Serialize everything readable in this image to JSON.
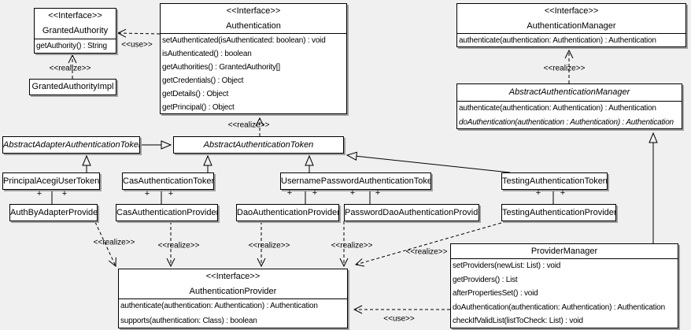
{
  "diagram_type": "uml-class-diagram",
  "colors": {
    "background": "#f0f0f0",
    "box_fill": "#ffffff",
    "line": "#000000",
    "shadow": "#9f9f9f"
  },
  "classes": {
    "granted_authority": {
      "stereotype": "<<Interface>>",
      "name": "GrantedAuthority",
      "methods": [
        "getAuthority() : String"
      ]
    },
    "granted_authority_impl": {
      "name": "GrantedAuthorityImpl"
    },
    "authentication": {
      "stereotype": "<<Interface>>",
      "name": "Authentication",
      "methods": [
        "setAuthenticated(isAuthenticated: boolean) : void",
        "isAuthenticated() : boolean",
        "getAuthorities() : GrantedAuthority[]",
        "getCredentials() : Object",
        "getDetails() : Object",
        "getPrincipal() : Object"
      ]
    },
    "authentication_manager": {
      "stereotype": "<<Interface>>",
      "name": "AuthenticationManager",
      "methods": [
        "authenticate(authentication: Authentication) : Authentication"
      ]
    },
    "abstract_authentication_manager": {
      "name": "AbstractAuthenticationManager",
      "methods": [
        "authenticate(authentication: Authentication) : Authentication",
        "doAuthentication(authentication : Authentication) : Authentication"
      ]
    },
    "abstract_adapter_authentication_token": {
      "name": "AbstractAdapterAuthenticationToken"
    },
    "abstract_authentication_token": {
      "name": "AbstractAuthenticationToken"
    },
    "principal_acegi_user_token": {
      "name": "PrincipalAcegiUserToken"
    },
    "cas_authentication_token": {
      "name": "CasAuthenticationToken"
    },
    "username_password_authentication_token": {
      "name": "UsernamePasswordAuthenticationToken"
    },
    "testing_authentication_token": {
      "name": "TestingAuthenticationToken"
    },
    "auth_by_adapter_provider": {
      "name": "AuthByAdapterProvider"
    },
    "cas_authentication_provider": {
      "name": "CasAuthenticationProvider"
    },
    "dao_authentication_provider": {
      "name": "DaoAuthenticationProvider"
    },
    "password_dao_authentication_provider": {
      "name": "PasswordDaoAuthenticationProvider"
    },
    "testing_authentication_provider": {
      "name": "TestingAuthenticationProvider"
    },
    "authentication_provider": {
      "stereotype": "<<Interface>>",
      "name": "AuthenticationProvider",
      "methods": [
        "authenticate(authentication: Authentication) : Authentication",
        "supports(authentication: Class) : boolean"
      ]
    },
    "provider_manager": {
      "name": "ProviderManager",
      "methods": [
        "setProviders(newList: List) : void",
        "getProviders() : List",
        "afterPropertiesSet() : void",
        "doAuthentication(authentication: Authentication) : Authentication",
        "checkIfValidList(listToCheck: List) : void"
      ]
    }
  },
  "edge_labels": {
    "use": "<<use>>",
    "realize": "<<realize>>",
    "plus": "+"
  }
}
